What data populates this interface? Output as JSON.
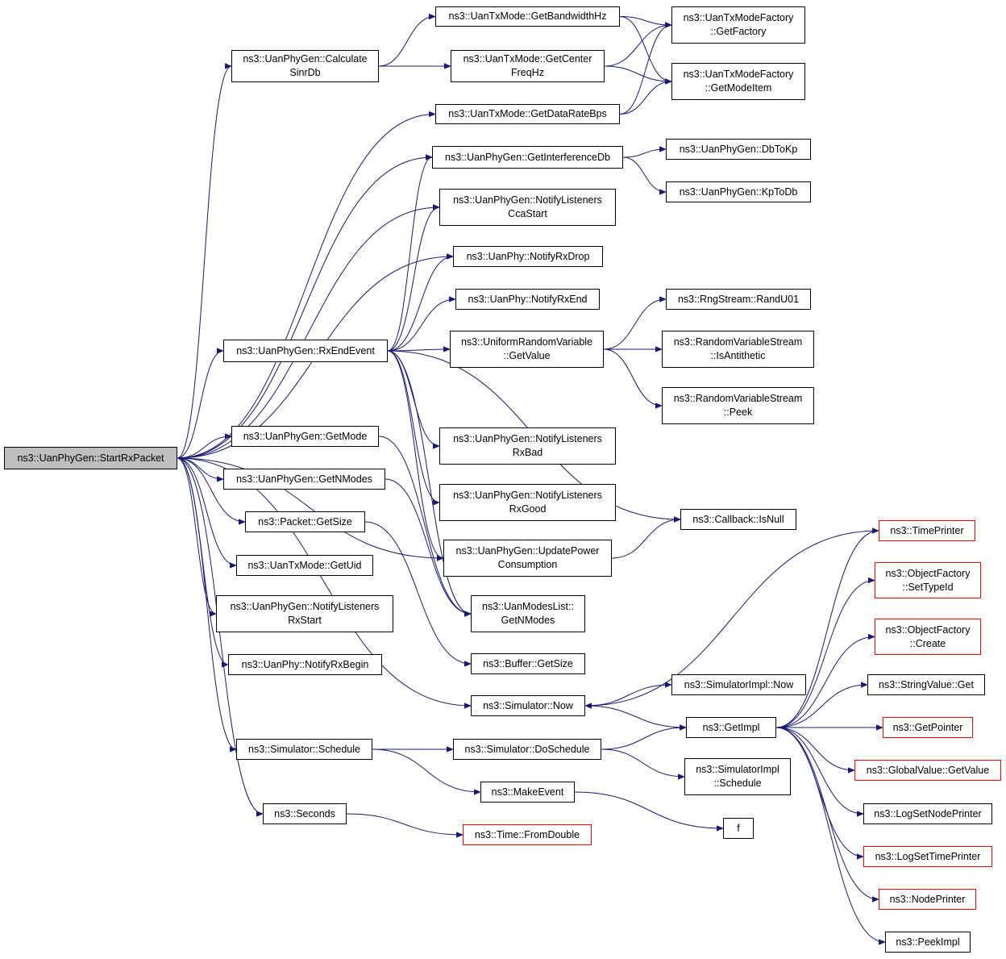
{
  "nodes": {
    "n0": {
      "lines": [
        "ns3::UanPhyGen::StartRxPacket"
      ],
      "style": "root"
    },
    "n1": {
      "lines": [
        "ns3::UanPhyGen::Calculate",
        "SinrDb"
      ],
      "style": "normal"
    },
    "n2": {
      "lines": [
        "ns3::UanTxMode::GetBandwidthHz"
      ],
      "style": "normal"
    },
    "n3": {
      "lines": [
        "ns3::UanTxModeFactory",
        "::GetFactory"
      ],
      "style": "normal"
    },
    "n4": {
      "lines": [
        "ns3::UanTxModeFactory",
        "::GetModeItem"
      ],
      "style": "normal"
    },
    "n5": {
      "lines": [
        "ns3::UanTxMode::GetCenter",
        "FreqHz"
      ],
      "style": "normal"
    },
    "n6": {
      "lines": [
        "ns3::UanTxMode::GetDataRateBps"
      ],
      "style": "normal"
    },
    "n7": {
      "lines": [
        "ns3::UanPhyGen::GetInterferenceDb"
      ],
      "style": "normal"
    },
    "n8": {
      "lines": [
        "ns3::UanPhyGen::DbToKp"
      ],
      "style": "normal"
    },
    "n9": {
      "lines": [
        "ns3::UanPhyGen::KpToDb"
      ],
      "style": "normal"
    },
    "n10": {
      "lines": [
        "ns3::UanPhyGen::NotifyListeners",
        "CcaStart"
      ],
      "style": "normal"
    },
    "n11": {
      "lines": [
        "ns3::UanPhy::NotifyRxDrop"
      ],
      "style": "normal"
    },
    "n12": {
      "lines": [
        "ns3::UanPhy::NotifyRxEnd"
      ],
      "style": "normal"
    },
    "n13": {
      "lines": [
        "ns3::RngStream::RandU01"
      ],
      "style": "normal"
    },
    "n14": {
      "lines": [
        "ns3::UanPhyGen::RxEndEvent"
      ],
      "style": "normal"
    },
    "n15": {
      "lines": [
        "ns3::UniformRandomVariable",
        "::GetValue"
      ],
      "style": "normal"
    },
    "n16": {
      "lines": [
        "ns3::RandomVariableStream",
        "::IsAntithetic"
      ],
      "style": "normal"
    },
    "n17": {
      "lines": [
        "ns3::RandomVariableStream",
        "::Peek"
      ],
      "style": "normal"
    },
    "n18": {
      "lines": [
        "ns3::UanPhyGen::GetMode"
      ],
      "style": "normal"
    },
    "n19": {
      "lines": [
        "ns3::UanPhyGen::NotifyListeners",
        "RxBad"
      ],
      "style": "normal"
    },
    "n20": {
      "lines": [
        "ns3::UanPhyGen::GetNModes"
      ],
      "style": "normal"
    },
    "n21": {
      "lines": [
        "ns3::UanPhyGen::NotifyListeners",
        "RxGood"
      ],
      "style": "normal"
    },
    "n22": {
      "lines": [
        "ns3::Packet::GetSize"
      ],
      "style": "normal"
    },
    "n23": {
      "lines": [
        "ns3::Callback::IsNull"
      ],
      "style": "normal"
    },
    "n24": {
      "lines": [
        "ns3::TimePrinter"
      ],
      "style": "red"
    },
    "n25": {
      "lines": [
        "ns3::UanPhyGen::UpdatePower",
        "Consumption"
      ],
      "style": "normal"
    },
    "n26": {
      "lines": [
        "ns3::UanTxMode::GetUid"
      ],
      "style": "normal"
    },
    "n27": {
      "lines": [
        "ns3::ObjectFactory",
        "::SetTypeId"
      ],
      "style": "red"
    },
    "n28": {
      "lines": [
        "ns3::UanPhyGen::NotifyListeners",
        "RxStart"
      ],
      "style": "normal"
    },
    "n29": {
      "lines": [
        "ns3::UanModesList::",
        "GetNModes"
      ],
      "style": "normal"
    },
    "n30": {
      "lines": [
        "ns3::ObjectFactory",
        "::Create"
      ],
      "style": "red"
    },
    "n31": {
      "lines": [
        "ns3::UanPhy::NotifyRxBegin"
      ],
      "style": "normal"
    },
    "n32": {
      "lines": [
        "ns3::Buffer::GetSize"
      ],
      "style": "normal"
    },
    "n33": {
      "lines": [
        "ns3::SimulatorImpl::Now"
      ],
      "style": "normal"
    },
    "n34": {
      "lines": [
        "ns3::StringValue::Get"
      ],
      "style": "normal"
    },
    "n35": {
      "lines": [
        "ns3::Simulator::Now"
      ],
      "style": "normal"
    },
    "n36": {
      "lines": [
        "ns3::GetImpl"
      ],
      "style": "normal"
    },
    "n37": {
      "lines": [
        "ns3::GetPointer"
      ],
      "style": "red"
    },
    "n38": {
      "lines": [
        "ns3::Simulator::Schedule"
      ],
      "style": "normal"
    },
    "n39": {
      "lines": [
        "ns3::Simulator::DoSchedule"
      ],
      "style": "normal"
    },
    "n40": {
      "lines": [
        "ns3::SimulatorImpl",
        "::Schedule"
      ],
      "style": "normal"
    },
    "n41": {
      "lines": [
        "ns3::GlobalValue::GetValue"
      ],
      "style": "red"
    },
    "n42": {
      "lines": [
        "ns3::MakeEvent"
      ],
      "style": "normal"
    },
    "n43": {
      "lines": [
        "ns3::LogSetNodePrinter"
      ],
      "style": "normal"
    },
    "n44": {
      "lines": [
        "ns3::Seconds"
      ],
      "style": "normal"
    },
    "n45": {
      "lines": [
        "ns3::Time::FromDouble"
      ],
      "style": "red"
    },
    "n46": {
      "lines": [
        "f"
      ],
      "style": "normal"
    },
    "n47": {
      "lines": [
        "ns3::LogSetTimePrinter"
      ],
      "style": "red"
    },
    "n48": {
      "lines": [
        "ns3::NodePrinter"
      ],
      "style": "red"
    },
    "n49": {
      "lines": [
        "ns3::PeekImpl"
      ],
      "style": "normal"
    }
  },
  "edges": [
    [
      "n0",
      "n1"
    ],
    [
      "n0",
      "n6"
    ],
    [
      "n0",
      "n7"
    ],
    [
      "n0",
      "n10"
    ],
    [
      "n0",
      "n11"
    ],
    [
      "n0",
      "n14"
    ],
    [
      "n0",
      "n18"
    ],
    [
      "n0",
      "n20"
    ],
    [
      "n0",
      "n22"
    ],
    [
      "n0",
      "n26"
    ],
    [
      "n0",
      "n28"
    ],
    [
      "n0",
      "n31"
    ],
    [
      "n0",
      "n35"
    ],
    [
      "n0",
      "n38"
    ],
    [
      "n0",
      "n44"
    ],
    [
      "n0",
      "n25"
    ],
    [
      "n1",
      "n2"
    ],
    [
      "n1",
      "n5"
    ],
    [
      "n2",
      "n3"
    ],
    [
      "n2",
      "n4"
    ],
    [
      "n5",
      "n3"
    ],
    [
      "n5",
      "n4"
    ],
    [
      "n6",
      "n3"
    ],
    [
      "n6",
      "n4"
    ],
    [
      "n7",
      "n8"
    ],
    [
      "n7",
      "n9"
    ],
    [
      "n14",
      "n7"
    ],
    [
      "n14",
      "n10"
    ],
    [
      "n14",
      "n11"
    ],
    [
      "n14",
      "n12"
    ],
    [
      "n14",
      "n15"
    ],
    [
      "n14",
      "n19"
    ],
    [
      "n14",
      "n21"
    ],
    [
      "n14",
      "n25"
    ],
    [
      "n14",
      "n23"
    ],
    [
      "n14",
      "n29"
    ],
    [
      "n15",
      "n13"
    ],
    [
      "n15",
      "n16"
    ],
    [
      "n15",
      "n17"
    ],
    [
      "n18",
      "n29"
    ],
    [
      "n20",
      "n29"
    ],
    [
      "n22",
      "n32"
    ],
    [
      "n25",
      "n23"
    ],
    [
      "n35",
      "n33"
    ],
    [
      "n35",
      "n36"
    ],
    [
      "n36",
      "n24"
    ],
    [
      "n36",
      "n27"
    ],
    [
      "n36",
      "n30"
    ],
    [
      "n36",
      "n34"
    ],
    [
      "n36",
      "n37"
    ],
    [
      "n36",
      "n41"
    ],
    [
      "n36",
      "n43"
    ],
    [
      "n36",
      "n47"
    ],
    [
      "n36",
      "n48"
    ],
    [
      "n36",
      "n49"
    ],
    [
      "n24",
      "n35"
    ],
    [
      "n38",
      "n39"
    ],
    [
      "n38",
      "n42"
    ],
    [
      "n39",
      "n36"
    ],
    [
      "n39",
      "n40"
    ],
    [
      "n42",
      "n46"
    ],
    [
      "n44",
      "n45"
    ]
  ]
}
